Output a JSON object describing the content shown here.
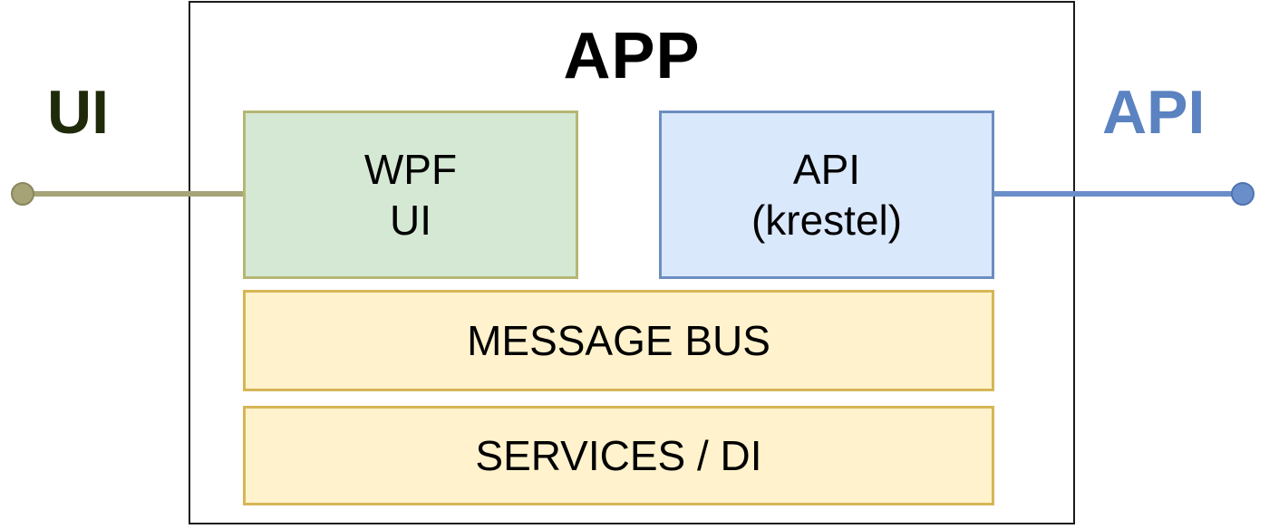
{
  "diagram": {
    "app_title": "APP",
    "left_label": "UI",
    "right_label": "API",
    "components": {
      "wpf": {
        "line1": "WPF",
        "line2": "UI"
      },
      "api": {
        "line1": "API",
        "line2": "(krestel)"
      },
      "message_bus": {
        "label": "MESSAGE BUS"
      },
      "services": {
        "label": "SERVICES / DI"
      }
    },
    "colors": {
      "wpf_fill": "#d5e8d4",
      "api_fill": "#dae8fc",
      "layer_fill": "#fff2cc",
      "ui_connector": "#a6a377",
      "api_connector": "#6a8ec9",
      "api_label": "#5b82c1"
    }
  }
}
